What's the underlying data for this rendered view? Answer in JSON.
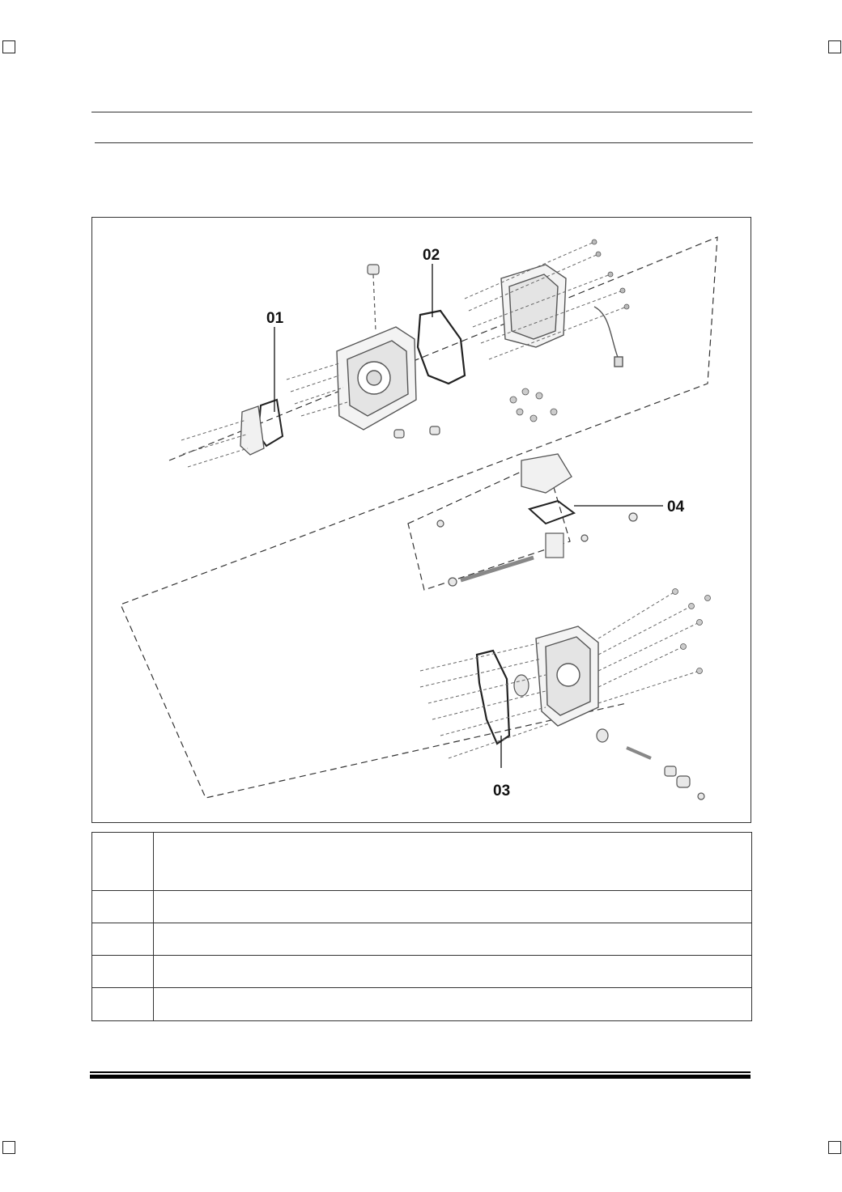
{
  "callouts": {
    "c01": "01",
    "c02": "02",
    "c03": "03",
    "c04": "04"
  },
  "legend": {
    "rows": [
      {
        "code": "",
        "description": ""
      },
      {
        "code": "",
        "description": ""
      },
      {
        "code": "",
        "description": ""
      },
      {
        "code": "",
        "description": ""
      },
      {
        "code": "",
        "description": ""
      }
    ]
  },
  "colors": {
    "line": "#333333",
    "drawing": "#555555",
    "accent": "#000000"
  },
  "icons": [
    "crop-mark-icon"
  ]
}
